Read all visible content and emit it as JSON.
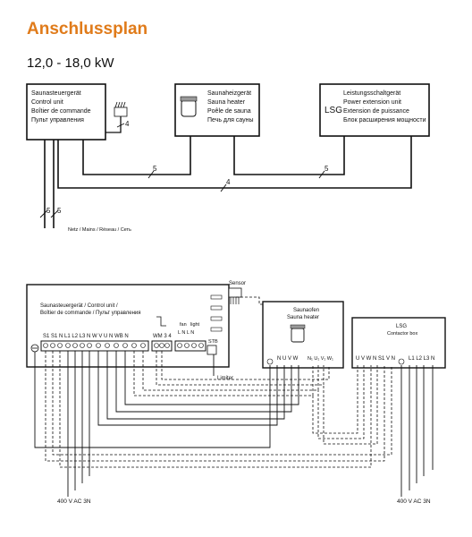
{
  "title": "Anschlussplan",
  "subtitle": "12,0 - 18,0 kW",
  "top": {
    "control_unit": [
      "Saunasteuergerät",
      "Control unit",
      "Boîtier de commande",
      "Пульт управления"
    ],
    "sauna_heater": [
      "Saunaheizgerät",
      "Sauna heater",
      "Poêle de sauna",
      "Печь для сауны"
    ],
    "power_unit": [
      "Leistungsschaltgerät",
      "Power extension unit",
      "Extension de puissance",
      "Блок расширения мощности"
    ],
    "lsg_tag": "LSG",
    "cable_4_sensor": "4",
    "cable_5_heater": "5",
    "cable_5_lsg": "5",
    "cable_4_lsg": "4",
    "cable_5_a": "5",
    "cable_5_b": "5",
    "mains": "Netz / Mains / Réseau / Сеть"
  },
  "bottom": {
    "control_label": [
      "Saunasteuergerät / Control unit /",
      "Boîtier de commande / Пульт управления"
    ],
    "control_terminals": "S1 S1 N  L1 L2 L3 N  W  V  U  N   WB N",
    "control_terminals_b": "WM  3  4",
    "fan": "fan",
    "light": "light",
    "fan_light_terms": "L  N  L  N",
    "stb": "STB",
    "sensor": "Sensor",
    "limiter": "Limiter",
    "heater_label": [
      "Saunaofen",
      "Sauna heater"
    ],
    "heater_terms": "N U V W",
    "heater_terms_b": "N₁ U₁ V₁ W₁",
    "lsg_label": [
      "LSG",
      "Contactor box"
    ],
    "lsg_terms": "U V W N   S1 V N",
    "lsg_terms_b": "L1 L2 L3 N",
    "supply_left": "400 V AC 3N",
    "supply_right": "400 V AC 3N"
  },
  "colors": {
    "title": "#e07b1a",
    "line": "#111111"
  }
}
